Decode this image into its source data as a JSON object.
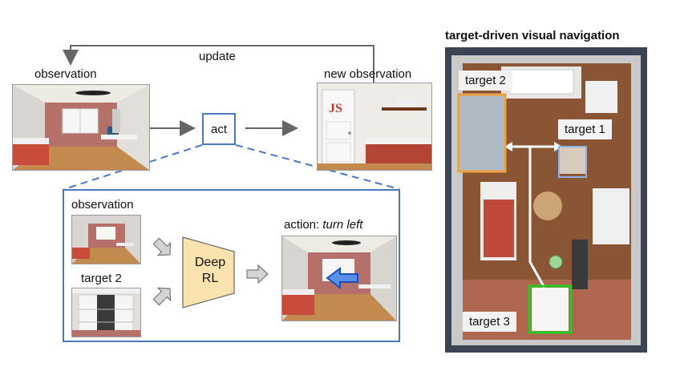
{
  "top": {
    "update_label": "update",
    "observation_label": "observation",
    "new_observation_label": "new observation",
    "act_label": "act"
  },
  "detail": {
    "observation_label": "observation",
    "target_label": "target 2",
    "model_label_line1": "Deep",
    "model_label_line2": "RL",
    "action_prefix": "action: ",
    "action_value": "turn left"
  },
  "right_panel": {
    "title": "target-driven visual navigation",
    "targets": [
      {
        "label": "target 1",
        "color": "#8ab4e8"
      },
      {
        "label": "target 2",
        "color": "#f0a040"
      },
      {
        "label": "target 3",
        "color": "#22cc22"
      }
    ]
  },
  "door_text": "JS",
  "colors": {
    "accent_blue": "#4a78c8",
    "rl_fill": "#fbe3b0",
    "arrow_gray": "#666666"
  }
}
